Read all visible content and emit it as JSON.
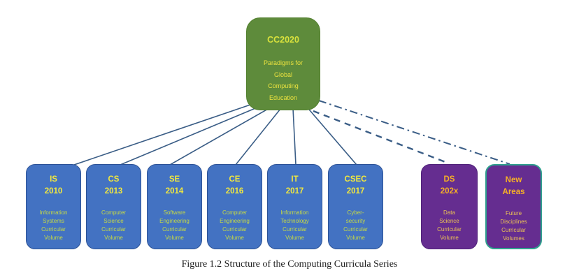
{
  "diagram": {
    "root": {
      "title": "CC2020",
      "body": "Paradigms for\nGlobal\nComputing\nEducation"
    },
    "volumes": [
      {
        "abbr": "IS",
        "year": "2010",
        "desc": "Information\nSystems\nCurricular\nVolume"
      },
      {
        "abbr": "CS",
        "year": "2013",
        "desc": "Computer\nScience\nCurricular\nVolume"
      },
      {
        "abbr": "SE",
        "year": "2014",
        "desc": "Software\nEngineering\nCurricular\nVolume"
      },
      {
        "abbr": "CE",
        "year": "2016",
        "desc": "Computer\nEngineering\nCurricular\nVolume"
      },
      {
        "abbr": "IT",
        "year": "2017",
        "desc": "Information\nTechnology\nCurricular\nVolume"
      },
      {
        "abbr": "CSEC",
        "year": "2017",
        "desc": "Cyber-\nsecurity\nCurricular\nVolume"
      }
    ],
    "future_volumes": [
      {
        "abbr": "DS",
        "year": "202x",
        "desc": "Data\nScience\nCurricular\nVolume"
      },
      {
        "abbr": "New",
        "year": "Areas",
        "desc": "Future\nDisciplines\nCurricular\nVolumes"
      }
    ],
    "connections": {
      "solid_to": [
        "IS 2010",
        "CS 2013",
        "SE 2014",
        "CE 2016",
        "IT 2017",
        "CSEC 2017"
      ],
      "dashed_to": "DS 202x",
      "dashdot_to": "New Areas"
    },
    "caption": "Figure 1.2 Structure of the Computing Curricula Series",
    "colors": {
      "background": "#ffffff",
      "root_fill": "#5e8b3b",
      "root_title_text": "#d9e23c",
      "root_body_text": "#ede33f",
      "volume_fill": "#4372c2",
      "volume_border": "#2c5296",
      "volume_title_text": "#f2e83e",
      "volume_desc_text": "#c6da45",
      "future_fill": "#652d90",
      "future_title_text": "#f6b026",
      "future_desc_text": "#ecc355",
      "new_areas_border": "#2fa08e",
      "connector": "#3a5d86"
    }
  }
}
